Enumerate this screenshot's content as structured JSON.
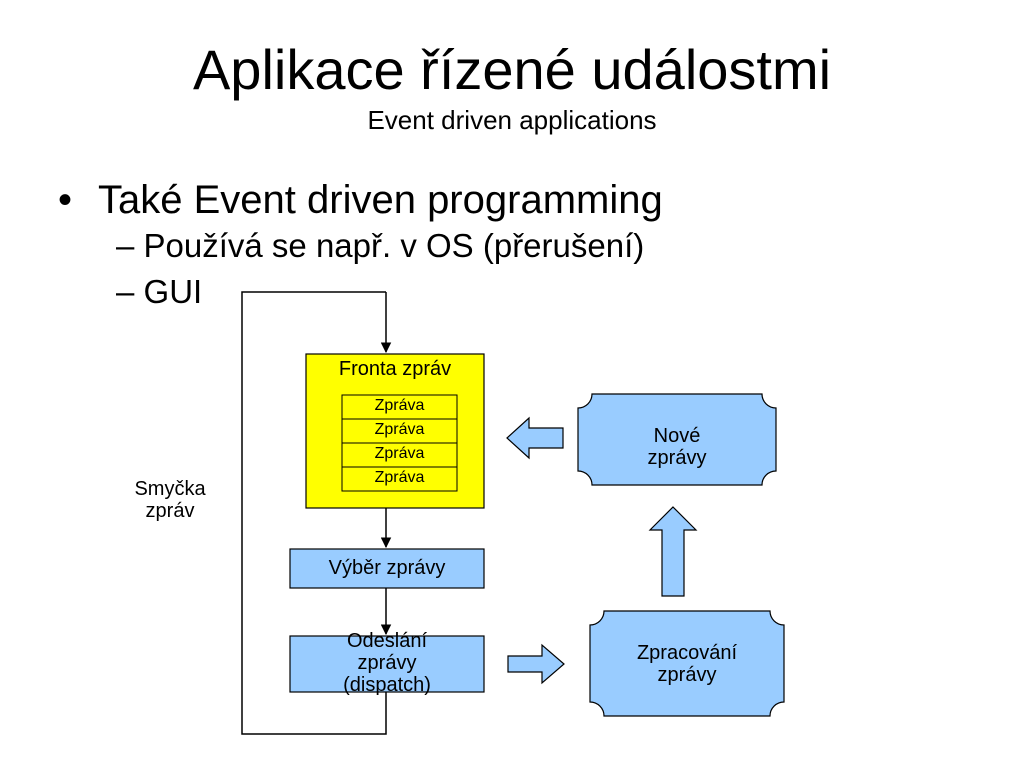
{
  "slide": {
    "title": "Aplikace řízené událostmi",
    "subtitle": "Event driven applications",
    "bullet": "Také Event driven programming",
    "subbullets": [
      "– Používá se např. v  OS (přerušení)",
      "– GUI"
    ]
  },
  "diagram": {
    "queue_label": "Fronta zpráv",
    "messages": [
      "Zpráva",
      "Zpráva",
      "Zpráva",
      "Zpráva"
    ],
    "select_label": "Výběr zprávy",
    "dispatch_label": [
      "Odeslání",
      "zprávy",
      "(dispatch)"
    ],
    "loop_label": [
      "Smyčka",
      "zpráv"
    ],
    "new_label": [
      "Nové",
      "zprávy"
    ],
    "process_label": [
      "Zpracování",
      "zprávy"
    ]
  },
  "colors": {
    "queue_fill": "#ffff00",
    "box_fill": "#99ccff",
    "stroke": "#000000"
  }
}
